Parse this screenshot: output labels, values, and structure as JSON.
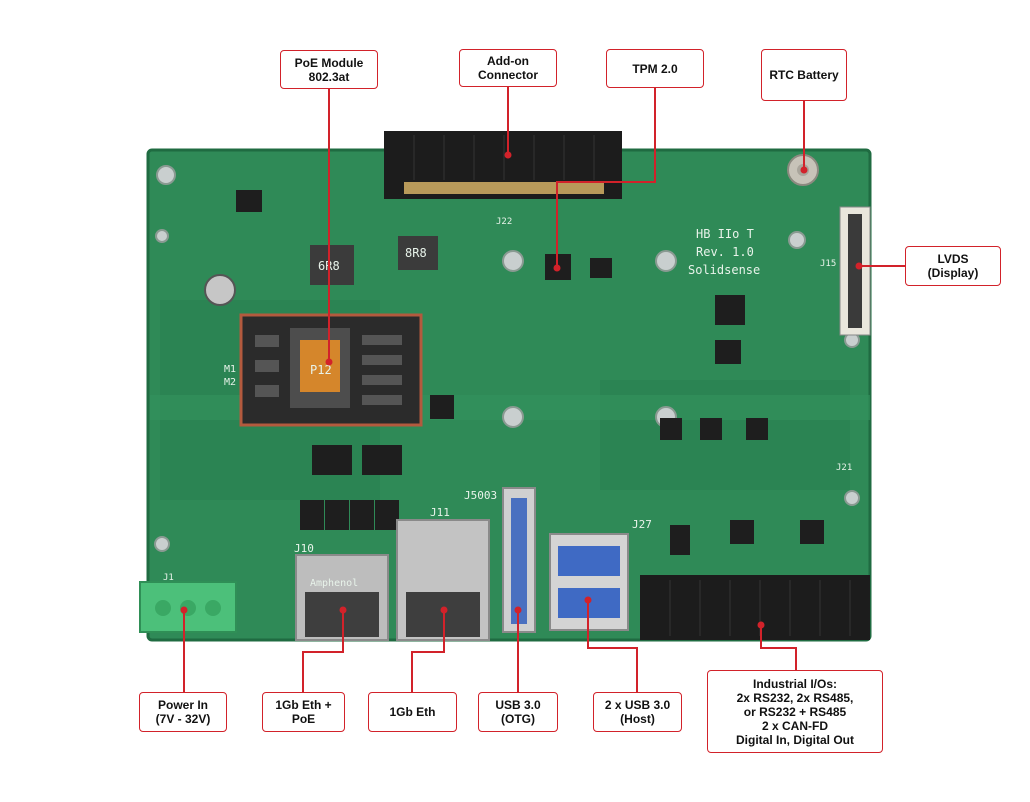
{
  "colors": {
    "accent": "#d2222a",
    "pcb": "#2f8a57",
    "pcb_dark": "#1f6b41",
    "connector_black": "#1c1c1c",
    "terminal_green": "#4cc07a"
  },
  "board": {
    "silkscreen": {
      "name": "HB IIo T",
      "revision": "Rev. 1.0",
      "brand": "Solidsense",
      "j5003": "J5003",
      "j10": "J10",
      "j11": "J11",
      "j27": "J27",
      "m1": "M1",
      "m2": "M2",
      "j1": "J1",
      "j15": "J15",
      "j22": "J22",
      "j21": "J21",
      "inductor_a": "6R8",
      "inductor_b": "8R8",
      "transformer": "P12",
      "ethernet_brand": "Amphenol"
    }
  },
  "callouts": {
    "poe": [
      "PoE Module",
      "802.3at"
    ],
    "addon": [
      "Add-on",
      "Connector"
    ],
    "tpm": [
      "TPM 2.0"
    ],
    "rtc": [
      "RTC Battery"
    ],
    "lvds": [
      "LVDS",
      "(Display)"
    ],
    "power": [
      "Power In",
      "(7V - 32V)"
    ],
    "eth_poe": [
      "1Gb Eth +",
      "PoE"
    ],
    "eth": [
      "1Gb Eth"
    ],
    "usb_otg": [
      "USB 3.0",
      "(OTG)"
    ],
    "usb_host": [
      "2 x USB 3.0",
      "(Host)"
    ],
    "industrial": [
      "Industrial I/Os:",
      "2x RS232, 2x RS485,",
      "or RS232 + RS485",
      "2 x CAN-FD",
      "Digital In, Digital Out"
    ]
  }
}
